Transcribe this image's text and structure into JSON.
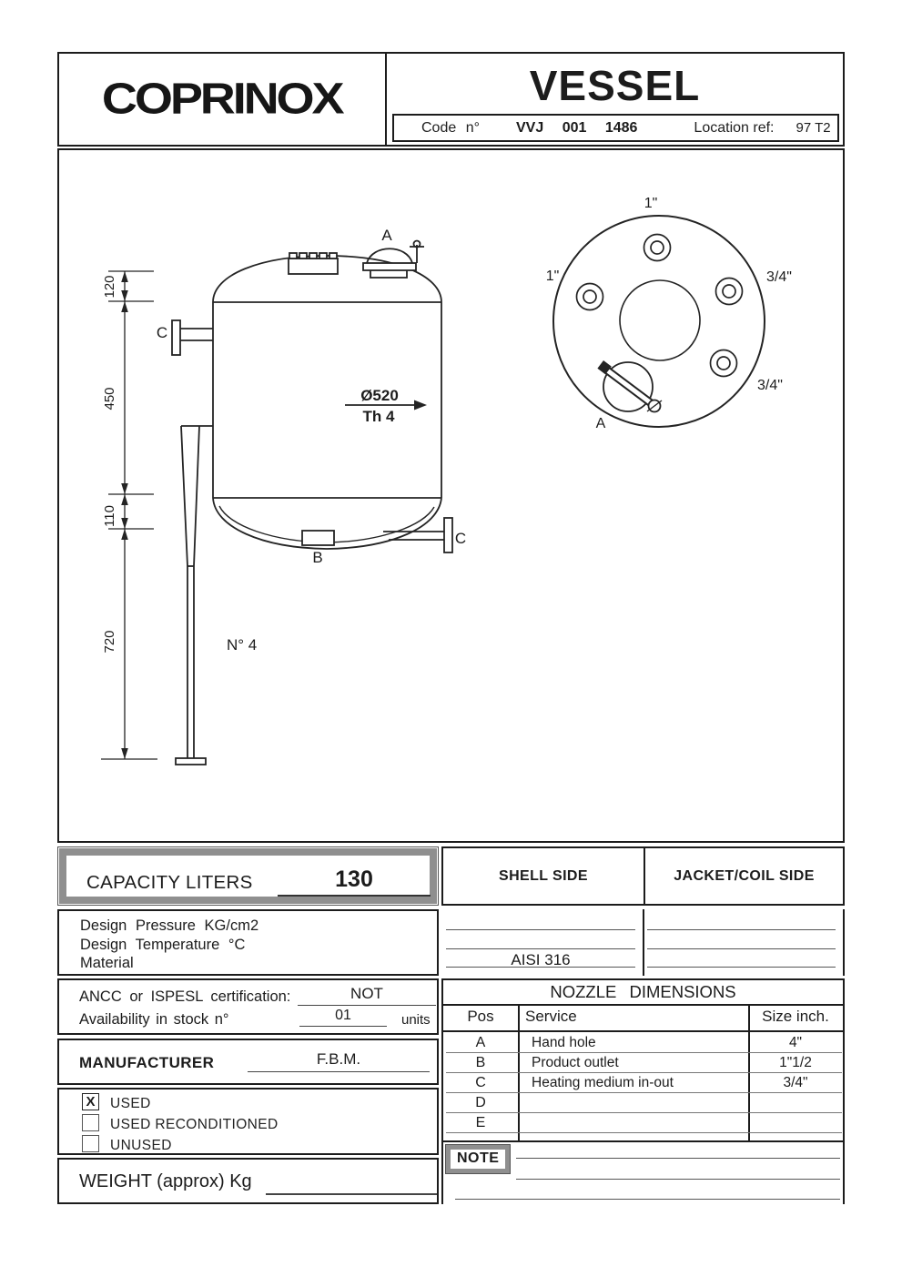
{
  "header": {
    "logo": "COPRINOX",
    "title": "VESSEL",
    "code_label": "Code n°",
    "code_value": "VVJ 001 1486",
    "location_label": "Location ref:",
    "location_value": "97 T2"
  },
  "drawing": {
    "side": {
      "dim_top": "120",
      "dim_upper": "450",
      "dim_lower": "110",
      "dim_leg": "720",
      "diameter": "Ø520",
      "thickness": "Th 4",
      "legs_count": "N° 4",
      "label_a": "A",
      "label_b": "B",
      "label_c_left": "C",
      "label_c_right": "C"
    },
    "top": {
      "nozzle_top": "1\"",
      "nozzle_left": "1\"",
      "nozzle_right": "3/4\"",
      "nozzle_bottom_right": "3/4\"",
      "label_a": "A"
    }
  },
  "capacity": {
    "label": "CAPACITY LITERS",
    "value": "130"
  },
  "materials": {
    "shell_header": "SHELL SIDE",
    "jacket_header": "JACKET/COIL SIDE",
    "rows": [
      "Design Pressure KG/cm2",
      "Design Temperature °C",
      "Material"
    ],
    "shell_material": "AISI 316"
  },
  "certification": {
    "label": "ANCC or ISPESL certification:",
    "value": "NOT",
    "stock_label": "Availability in stock n°",
    "stock_value": "01",
    "stock_units": "units"
  },
  "manufacturer": {
    "label": "MANUFACTURER",
    "value": "F.B.M."
  },
  "condition": {
    "options": [
      {
        "mark": "X",
        "label": "USED"
      },
      {
        "mark": "",
        "label": "USED RECONDITIONED"
      },
      {
        "mark": "",
        "label": "UNUSED"
      }
    ]
  },
  "weight": {
    "label": "WEIGHT (approx) Kg"
  },
  "nozzles": {
    "title": "NOZZLE DIMENSIONS",
    "headers": [
      "Pos",
      "Service",
      "Size inch."
    ],
    "rows": [
      {
        "pos": "A",
        "service": "Hand hole",
        "size": "4\""
      },
      {
        "pos": "B",
        "service": "Product outlet",
        "size": "1\"1/2"
      },
      {
        "pos": "C",
        "service": "Heating medium in-out",
        "size": "3/4\""
      },
      {
        "pos": "D",
        "service": "",
        "size": ""
      },
      {
        "pos": "E",
        "service": "",
        "size": ""
      }
    ]
  },
  "note": {
    "label": "NOTE"
  },
  "colors": {
    "ink": "#1c1c1c",
    "accent_gray": "#8f8f8f"
  }
}
